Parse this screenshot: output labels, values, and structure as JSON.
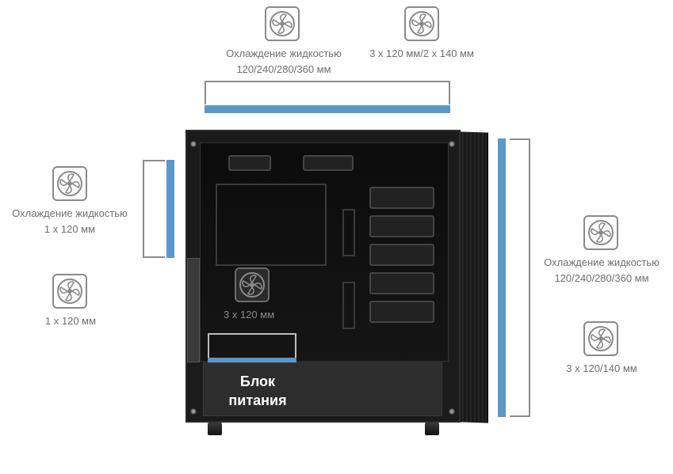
{
  "top": {
    "left_label_line1": "Охлаждение жидкостью",
    "left_label_line2": "120/240/280/360 мм",
    "right_label": "3 x 120 мм/2 x 140 мм",
    "fan_icon": "fan-icon"
  },
  "left": {
    "upper_label_line1": "Охлаждение жидкостью",
    "upper_label_line2": "1 x 120 мм",
    "lower_label": "1 x 120 мм",
    "fan_icon": "fan-icon"
  },
  "right": {
    "upper_label_line1": "Охлаждение жидкостью",
    "upper_label_line2": "120/240/280/360 мм",
    "lower_label": "3 x 120/140 мм",
    "fan_icon": "fan-icon"
  },
  "case": {
    "bottom_fan_label": "3 x 120 мм",
    "psu_line1": "Блок",
    "psu_line2": "питания"
  },
  "colors": {
    "accent_blue": "#5b97c8",
    "bracket_gray": "#8c8c8c",
    "text_gray": "#6f6f6f",
    "case_black": "#1b1b1b"
  }
}
